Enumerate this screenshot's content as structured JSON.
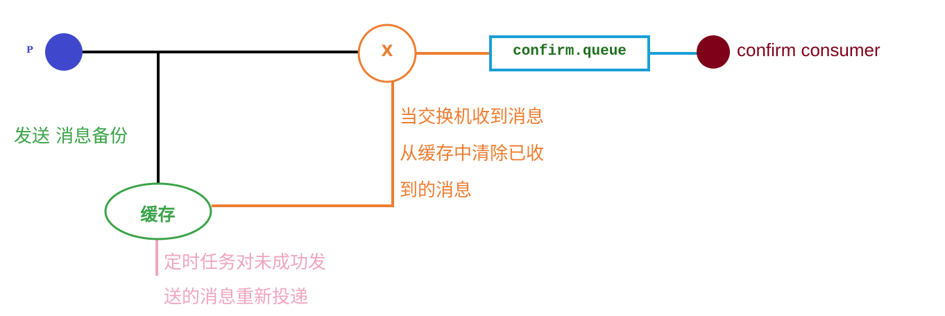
{
  "nodes": {
    "producer": {
      "label": "P"
    },
    "exchange": {
      "label": "X"
    },
    "queue": {
      "label": "confirm.queue"
    },
    "consumer": {
      "label": "confirm consumer"
    },
    "cache": {
      "label": "缓存"
    }
  },
  "annotations": {
    "send_backup": "发送 消息备份",
    "exchange_note": {
      "line1": "当交换机收到消息",
      "line2": "从缓存中清除已收",
      "line3": "到的消息"
    },
    "timer_note": {
      "line1": "定时任务对未成功发",
      "line2": "送的消息重新投递"
    }
  },
  "colors": {
    "producer": "#3f48cc",
    "exchange": "#ed7d31",
    "queue_border": "#1a9fd6",
    "queue_text": "#1e6e1e",
    "consumer": "#7f0019",
    "cache": "#3aa348",
    "timer_note": "#f0a6bf",
    "main_line": "#000000"
  }
}
